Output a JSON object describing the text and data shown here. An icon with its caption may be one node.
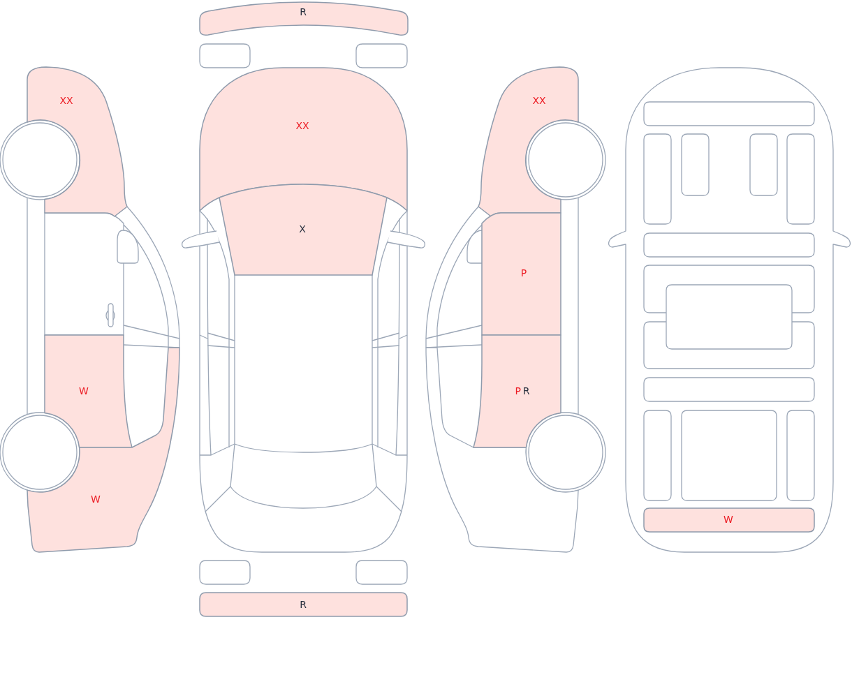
{
  "diagram": {
    "nodes": [
      {
        "text": [
          "XX"
        ]
      },
      {
        "text": [
          "W"
        ]
      },
      {
        "text": [
          "W"
        ]
      },
      {
        "text": [
          "R"
        ]
      },
      {
        "text": [],
        "shape": "box"
      },
      {
        "text": [],
        "shape": "box"
      },
      {
        "text": [
          "XX"
        ]
      },
      {
        "text": [
          "X"
        ]
      },
      {
        "text": [],
        "shape": "box"
      },
      {
        "text": [],
        "shape": "box"
      },
      {
        "text": [
          "R"
        ]
      },
      {
        "text": [
          "XX"
        ]
      },
      {
        "text": [
          "P"
        ]
      },
      {
        "text": [
          "P",
          "R"
        ]
      },
      {
        "text": [],
        "shape": "box"
      },
      {
        "text": [],
        "shape": "box"
      },
      {
        "text": [],
        "shape": "box"
      },
      {
        "text": [],
        "shape": "box"
      },
      {
        "text": [],
        "shape": "box"
      },
      {
        "text": [],
        "shape": "box"
      },
      {
        "text": [],
        "shape": "box"
      },
      {
        "text": [],
        "shape": "box"
      },
      {
        "text": [],
        "shape": "box"
      },
      {
        "text": [],
        "shape": "box"
      },
      {
        "text": [],
        "shape": "box"
      },
      {
        "text": [],
        "shape": "box"
      },
      {
        "text": [],
        "shape": "box"
      },
      {
        "text": [
          "W"
        ]
      }
    ]
  }
}
